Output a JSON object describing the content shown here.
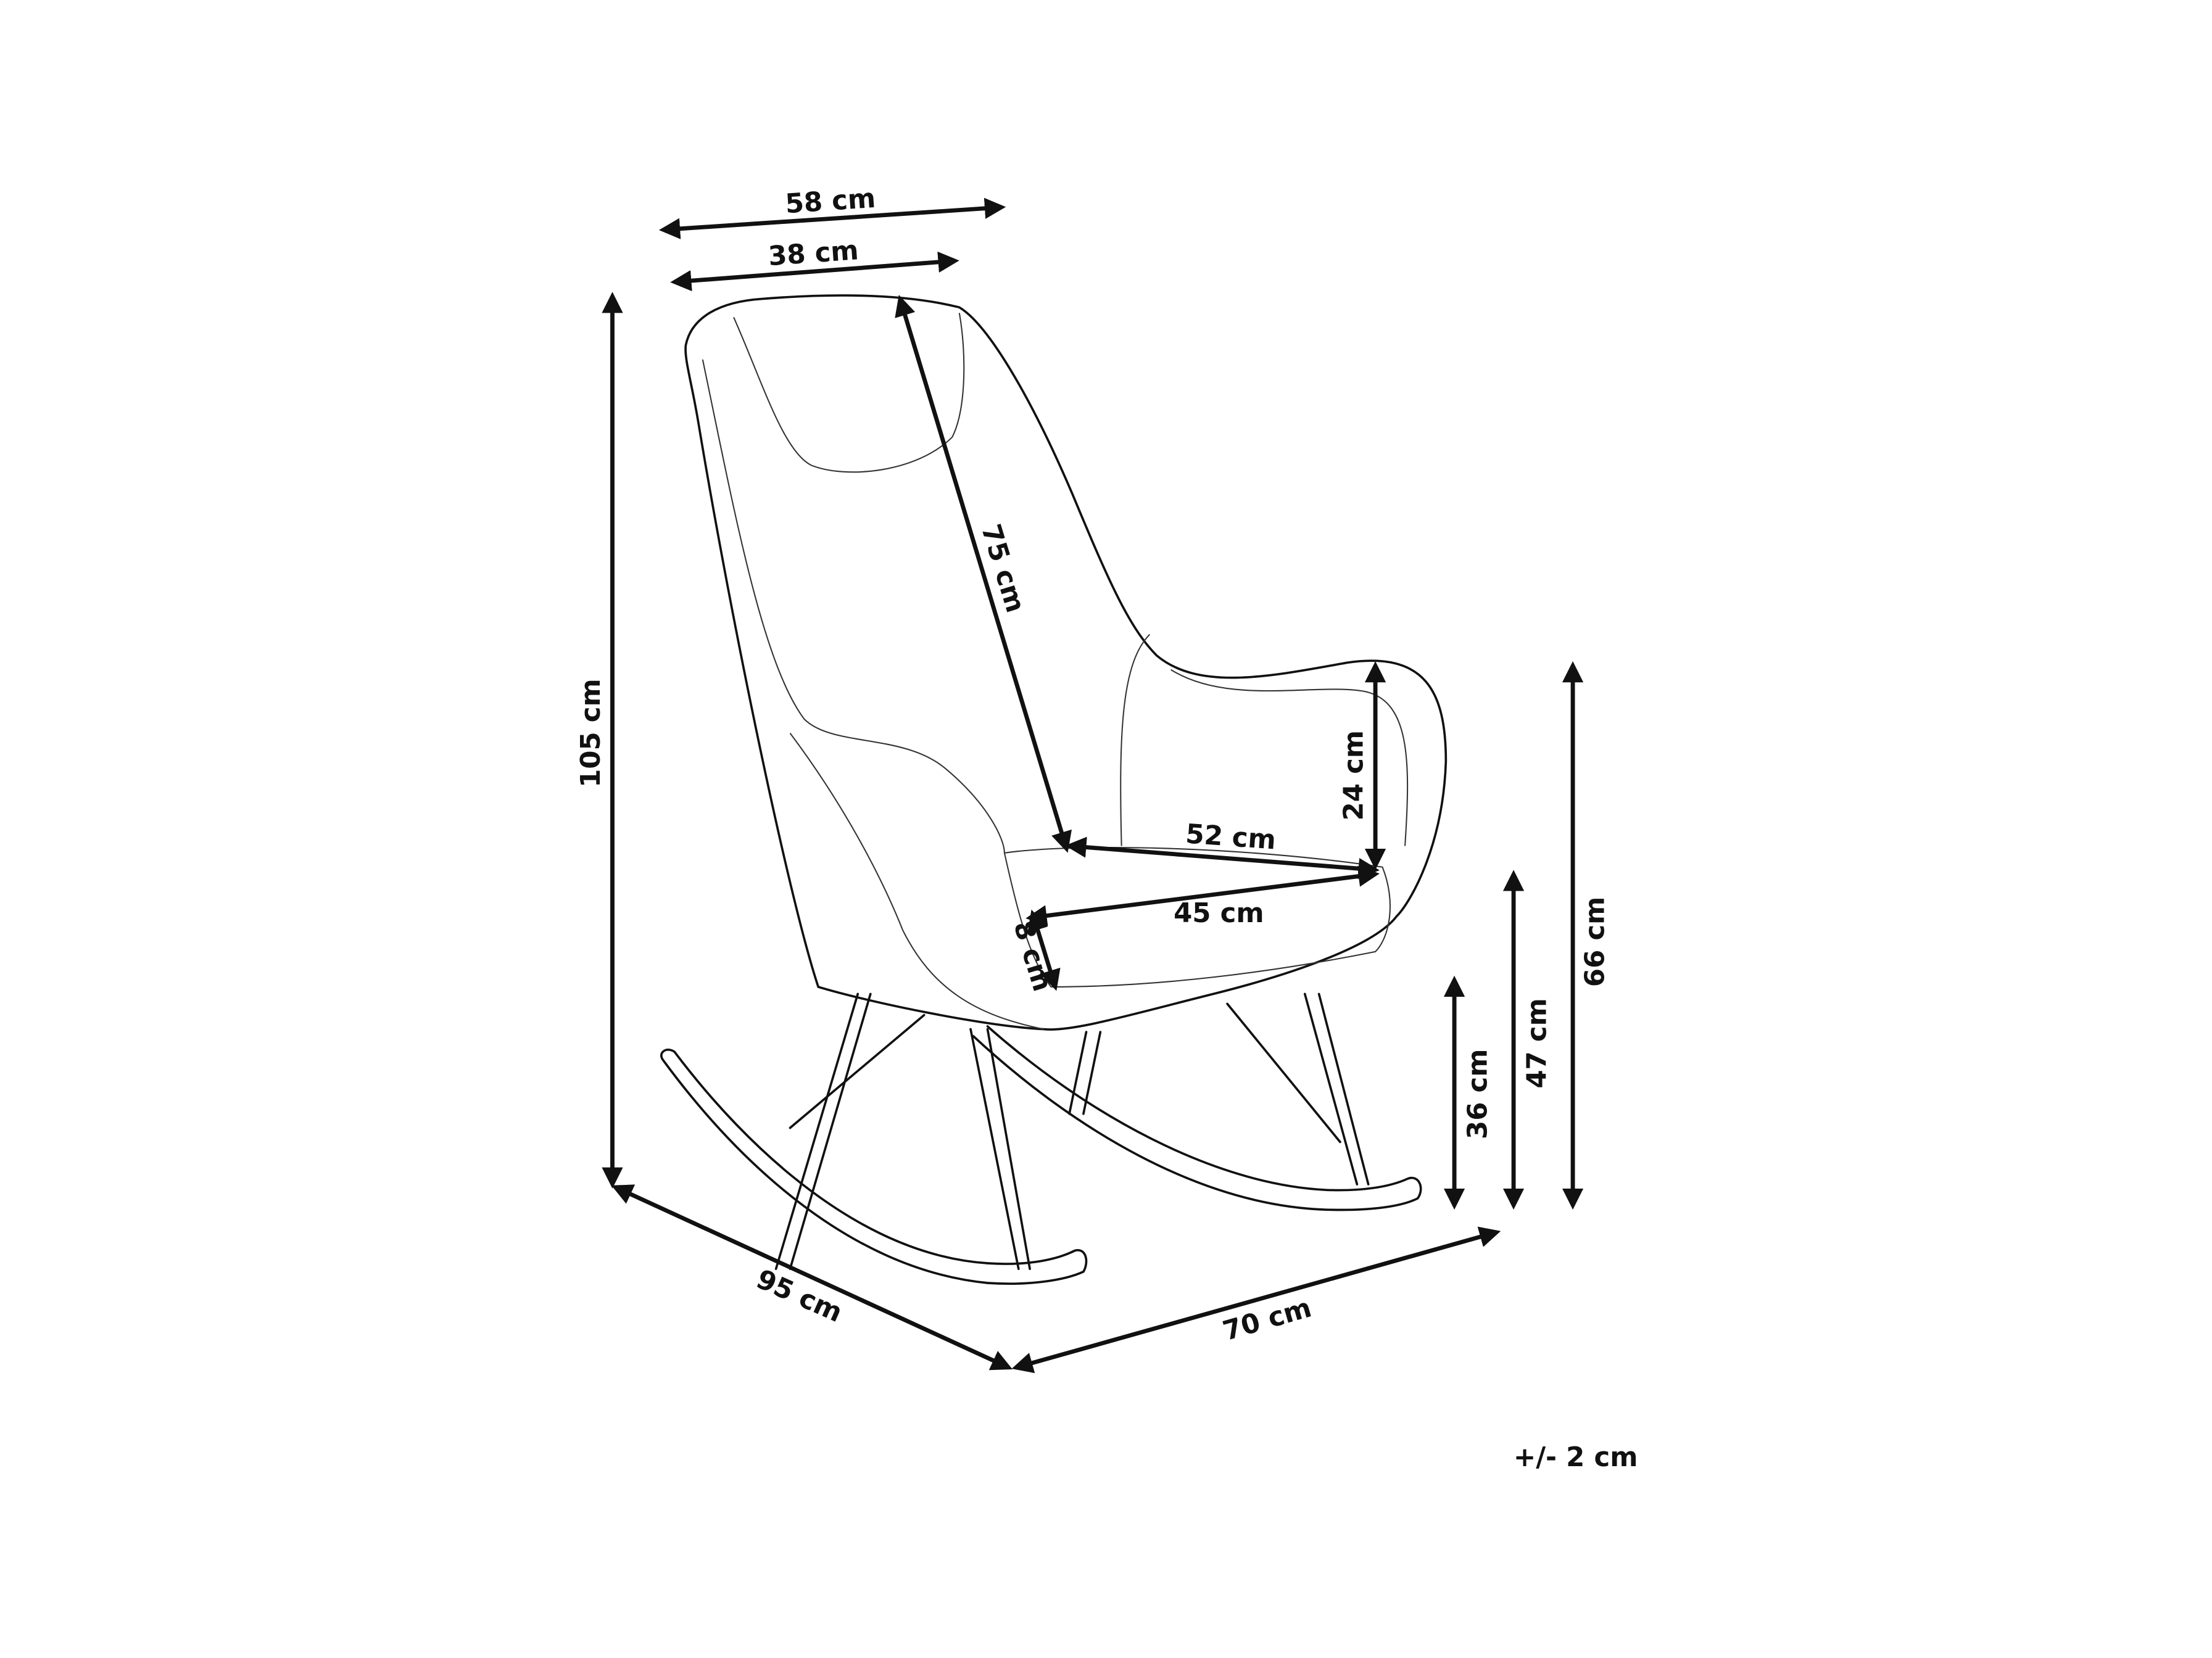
{
  "title": "Rocking chair dimensions",
  "dimensions": {
    "overall_width": "58 cm",
    "backrest_width": "38 cm",
    "backrest_height": "75 cm",
    "total_height": "105 cm",
    "armrest_height_above_seat": "24 cm",
    "seat_width": "52 cm",
    "seat_depth": "45 cm",
    "seat_thickness": "8 cm",
    "armrest_height": "66 cm",
    "seat_height": "47 cm",
    "seat_base_height": "36 cm",
    "total_depth": "95 cm",
    "total_width": "70 cm"
  },
  "tolerance": "+/- 2 cm",
  "colors": {
    "line": "#111111",
    "background": "#ffffff"
  }
}
